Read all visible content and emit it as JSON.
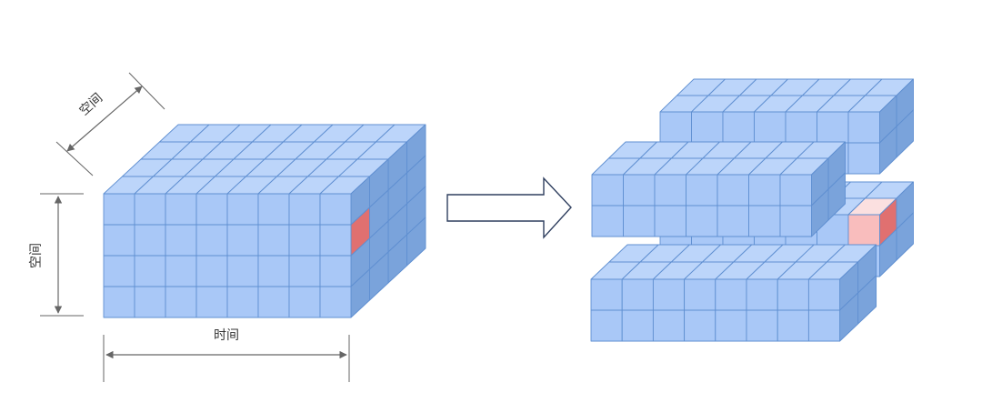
{
  "labels": {
    "depth_axis": "空间",
    "height_axis": "空间",
    "width_axis": "时间"
  },
  "colors": {
    "cube_front": "#a9c8f7",
    "cube_top": "#bcd5fa",
    "cube_side": "#7aa3db",
    "cube_edge": "#5f8fd1",
    "highlight_side": "#e07070",
    "highlight_front": "#f9bdbd",
    "highlight_top": "#fbe0e0",
    "axis": "#666666",
    "arrow_fill": "#ffffff",
    "arrow_stroke": "#2f3f5f"
  }
}
